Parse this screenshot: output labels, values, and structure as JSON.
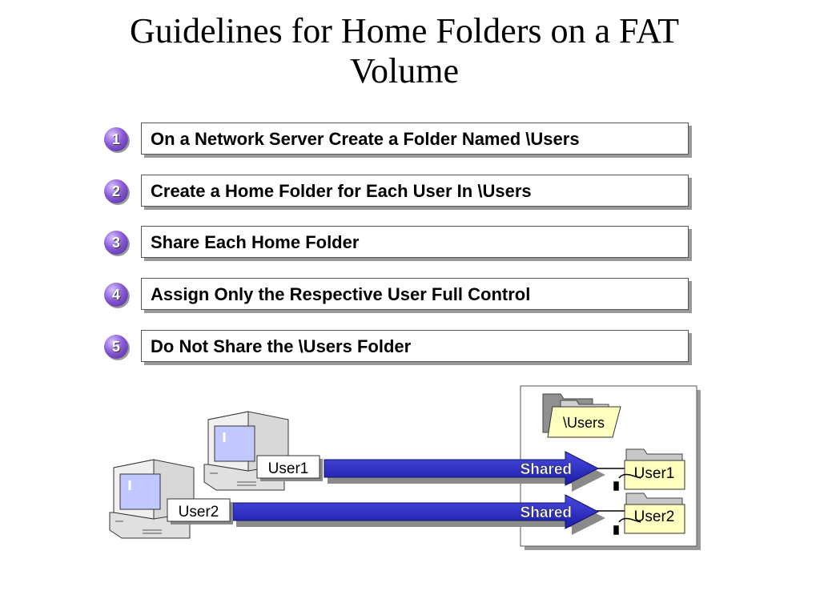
{
  "title": {
    "line1": "Guidelines for Home Folders on a FAT",
    "line2": "Volume"
  },
  "steps": [
    {
      "number": "1",
      "text": "On a Network Server Create a Folder Named \\Users"
    },
    {
      "number": "2",
      "text": "Create a Home Folder for Each User In \\Users"
    },
    {
      "number": "3",
      "text": "Share Each Home Folder"
    },
    {
      "number": "4",
      "text": "Assign Only the Respective User Full Control"
    },
    {
      "number": "5",
      "text": "Do Not Share the \\Users Folder"
    }
  ],
  "diagram": {
    "users_folder": "\\Users",
    "computers": [
      "User1",
      "User2"
    ],
    "arrow_label": "Shared",
    "home_folders": [
      "User1",
      "User2"
    ]
  },
  "colors": {
    "step_badge": "#6a3fb8",
    "arrow": "#2b2bc8",
    "folder_fill": "#ffffc0",
    "monitor_screen": "#c0c8ff"
  }
}
